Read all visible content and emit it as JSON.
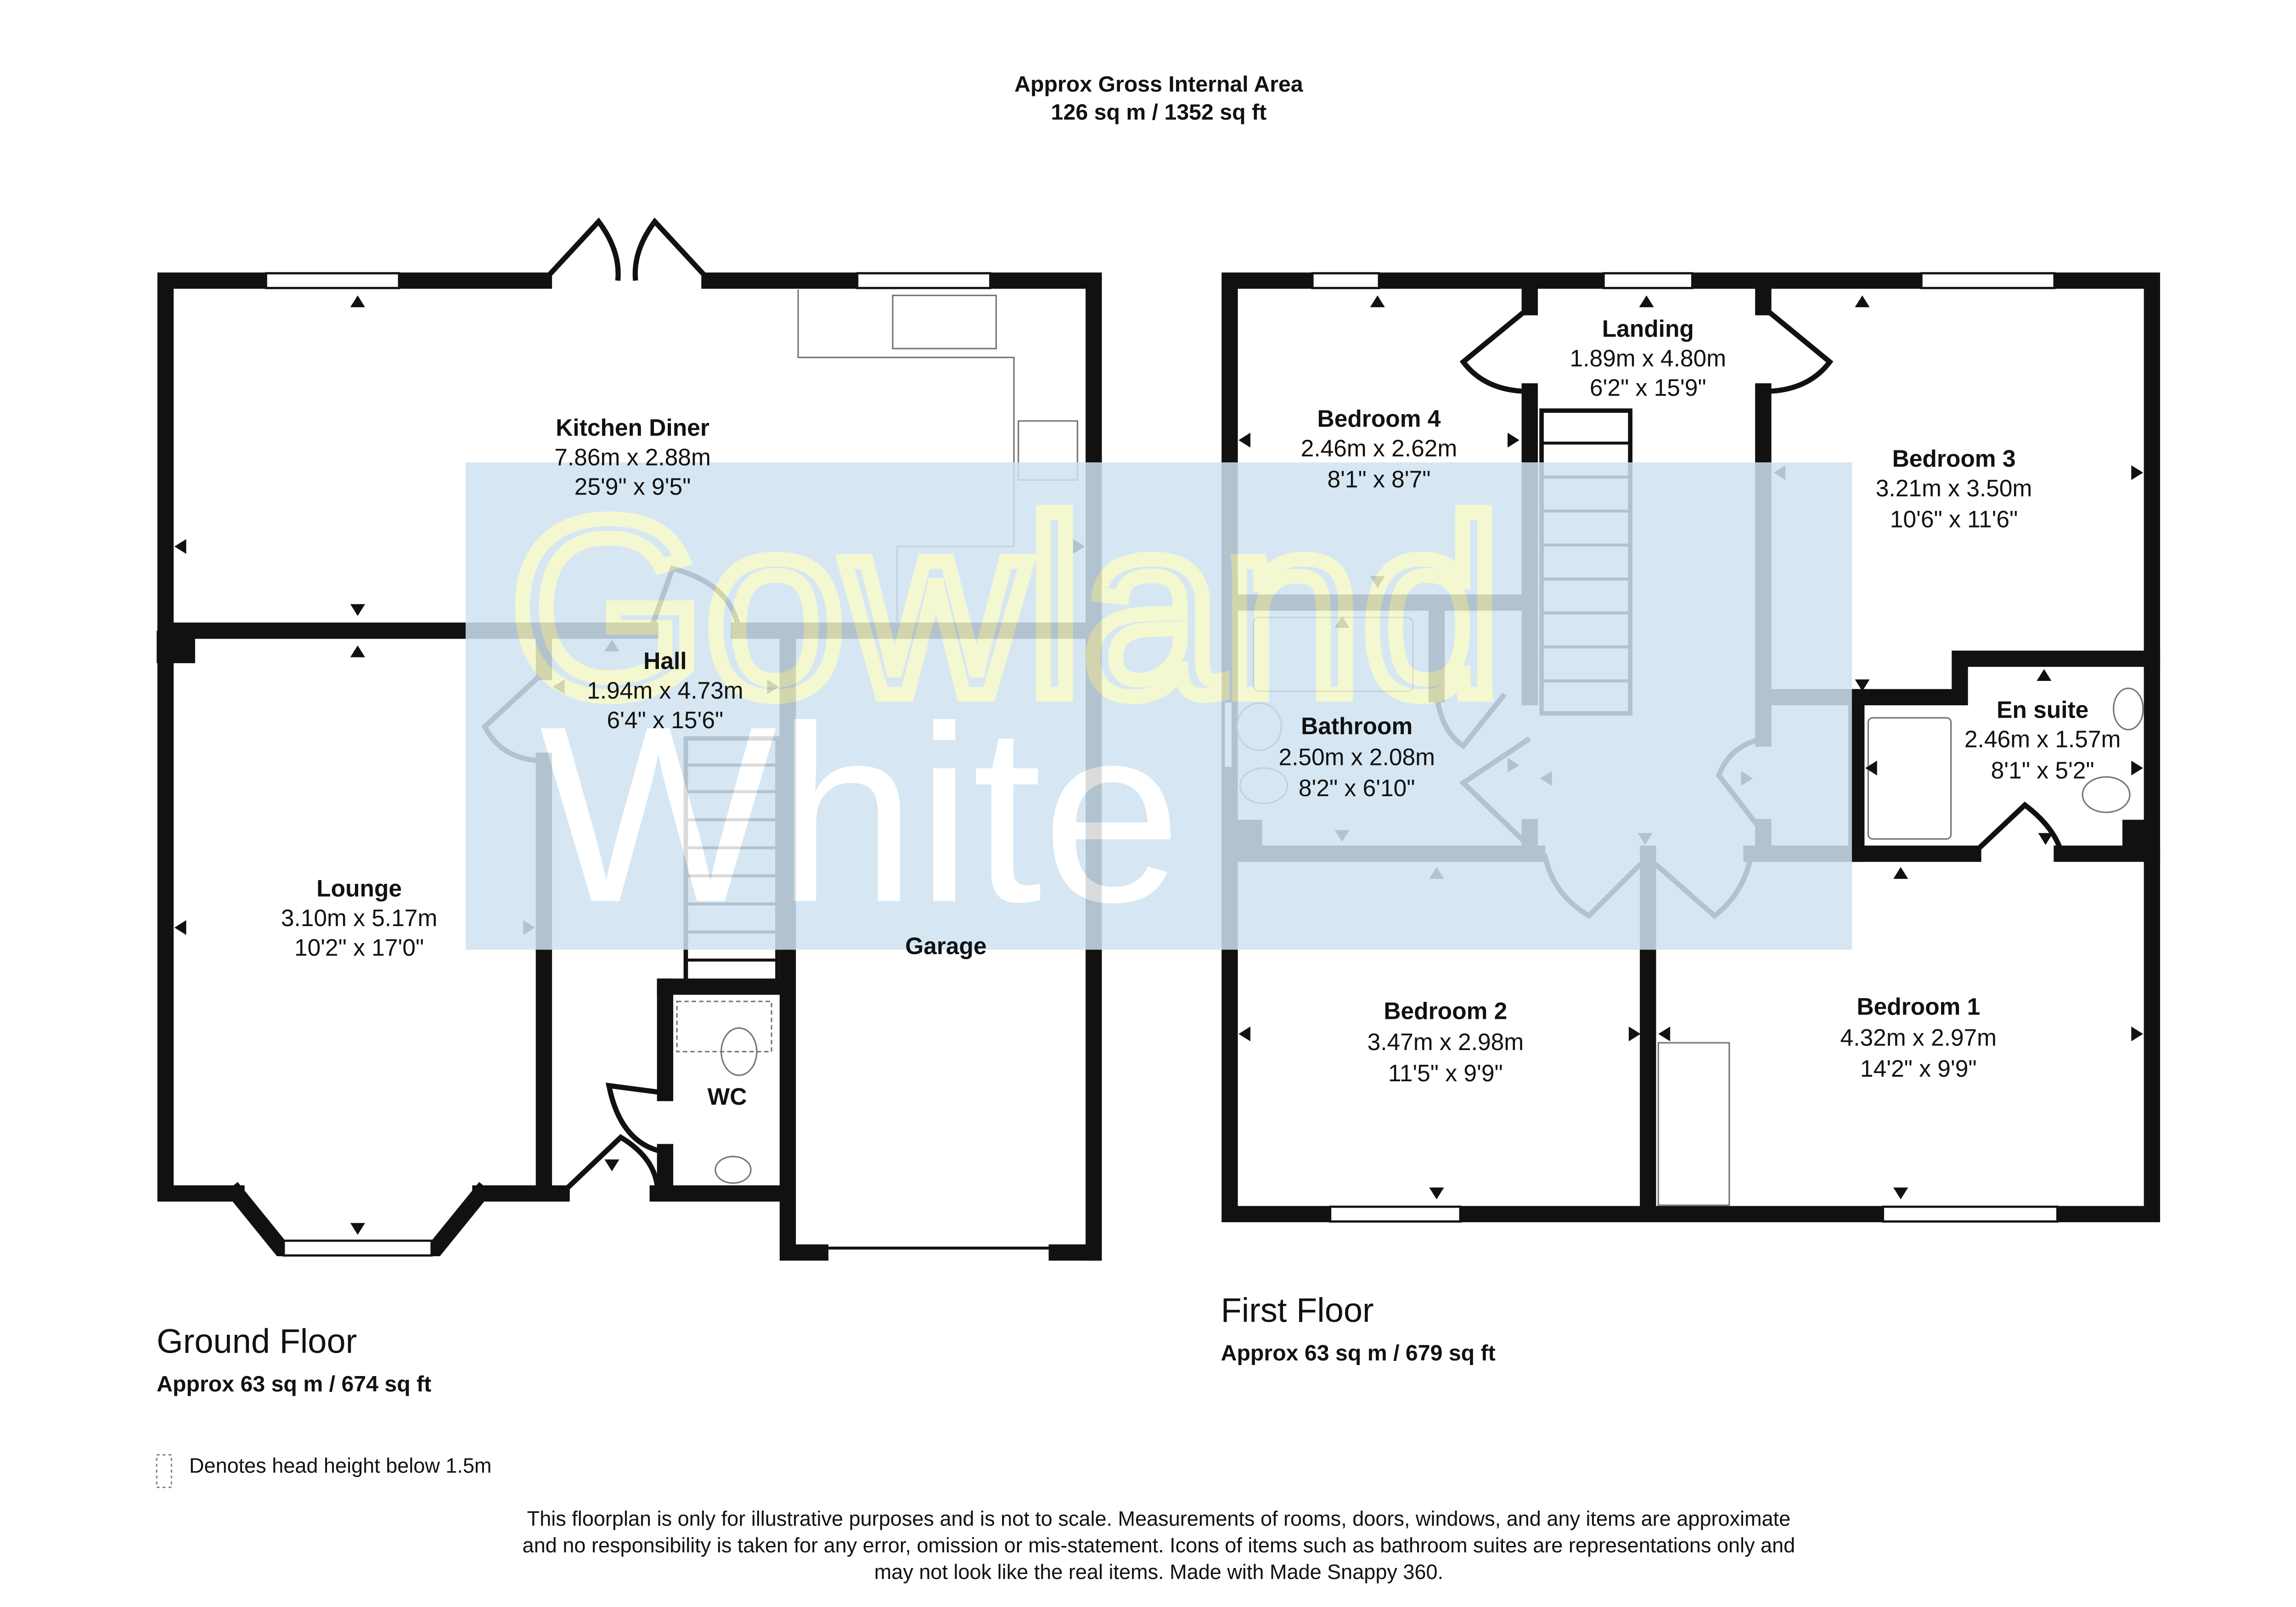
{
  "header": {
    "title": "Approx Gross Internal Area",
    "area": "126 sq m / 1352 sq ft"
  },
  "watermark": {
    "line1": "Gowland",
    "line2": "White",
    "colors": {
      "panel": "#cfe3f1",
      "line1": "#f3f7c8",
      "line2": "#ffffff"
    }
  },
  "ground_floor": {
    "label": "Ground Floor",
    "area": "Approx 63 sq m / 674 sq ft",
    "rooms": [
      {
        "name": "Kitchen Diner",
        "metric": "7.86m x 2.88m",
        "imperial": "25'9\" x 9'5\""
      },
      {
        "name": "Hall",
        "metric": "1.94m x 4.73m",
        "imperial": "6'4\" x 15'6\""
      },
      {
        "name": "Lounge",
        "metric": "3.10m x 5.17m",
        "imperial": "10'2\" x 17'0\""
      },
      {
        "name": "Garage"
      },
      {
        "name": "WC"
      }
    ]
  },
  "first_floor": {
    "label": "First Floor",
    "area": "Approx 63 sq m / 679 sq ft",
    "rooms": [
      {
        "name": "Landing",
        "metric": "1.89m x 4.80m",
        "imperial": "6'2\" x 15'9\""
      },
      {
        "name": "Bedroom 4",
        "metric": "2.46m x 2.62m",
        "imperial": "8'1\" x 8'7\""
      },
      {
        "name": "Bedroom 3",
        "metric": "3.21m x 3.50m",
        "imperial": "10'6\" x 11'6\""
      },
      {
        "name": "Bathroom",
        "metric": "2.50m x 2.08m",
        "imperial": "8'2\" x 6'10\""
      },
      {
        "name": "En suite",
        "metric": "2.46m x 1.57m",
        "imperial": "8'1\" x 5'2\""
      },
      {
        "name": "Bedroom 2",
        "metric": "3.47m x 2.98m",
        "imperial": "11'5\" x 9'9\""
      },
      {
        "name": "Bedroom 1",
        "metric": "4.32m x 2.97m",
        "imperial": "14'2\" x 9'9\""
      }
    ]
  },
  "legend": {
    "text": "Denotes head height below 1.5m"
  },
  "disclaimer": [
    "This floorplan is only for illustrative purposes and is not to scale. Measurements of rooms, doors, windows, and any items are approximate",
    "and no responsibility is taken for any error, omission or mis-statement. Icons of items such as bathroom suites are representations only and",
    "may not look like the real items. Made with Made Snappy 360."
  ]
}
